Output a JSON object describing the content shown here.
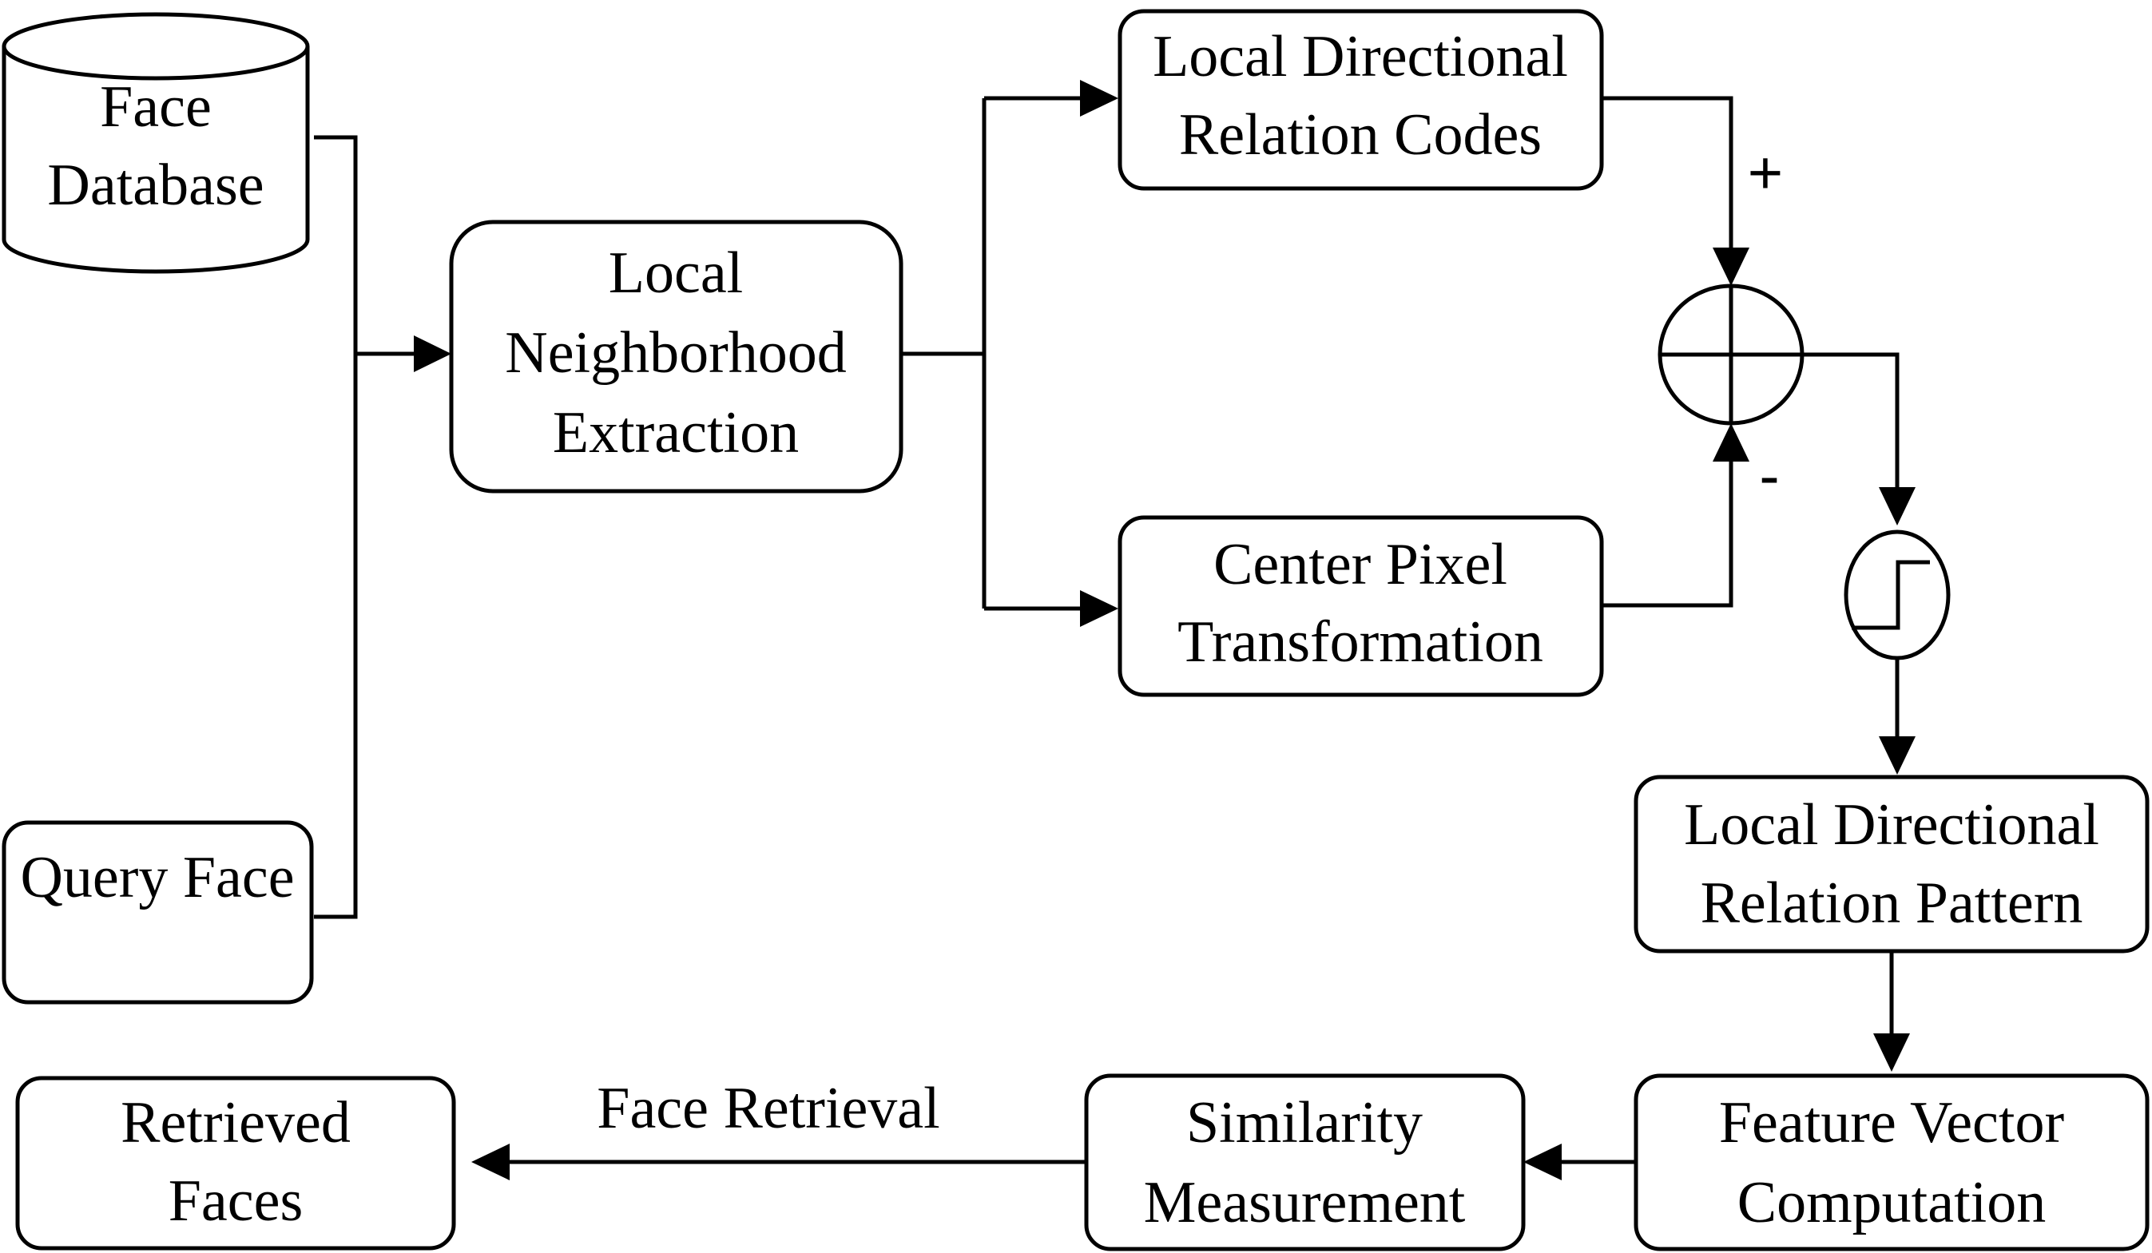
{
  "nodes": {
    "face_database": {
      "lines": [
        "Face",
        "Database"
      ]
    },
    "query_face": {
      "lines": [
        "Query Face"
      ]
    },
    "local_neighborhood_extraction": {
      "lines": [
        "Local",
        "Neighborhood",
        "Extraction"
      ]
    },
    "local_directional_relation_codes": {
      "lines": [
        "Local Directional",
        "Relation Codes"
      ]
    },
    "center_pixel_transformation": {
      "lines": [
        "Center Pixel",
        "Transformation"
      ]
    },
    "local_directional_relation_pattern": {
      "lines": [
        "Local Directional",
        "Relation Pattern"
      ]
    },
    "feature_vector_computation": {
      "lines": [
        "Feature Vector",
        "Computation"
      ]
    },
    "similarity_measurement": {
      "lines": [
        "Similarity",
        "Measurement"
      ]
    },
    "retrieved_faces": {
      "lines": [
        "Retrieved",
        "Faces"
      ]
    }
  },
  "edge_labels": {
    "face_retrieval": "Face Retrieval",
    "plus_sign": "+",
    "minus_sign": "-"
  }
}
